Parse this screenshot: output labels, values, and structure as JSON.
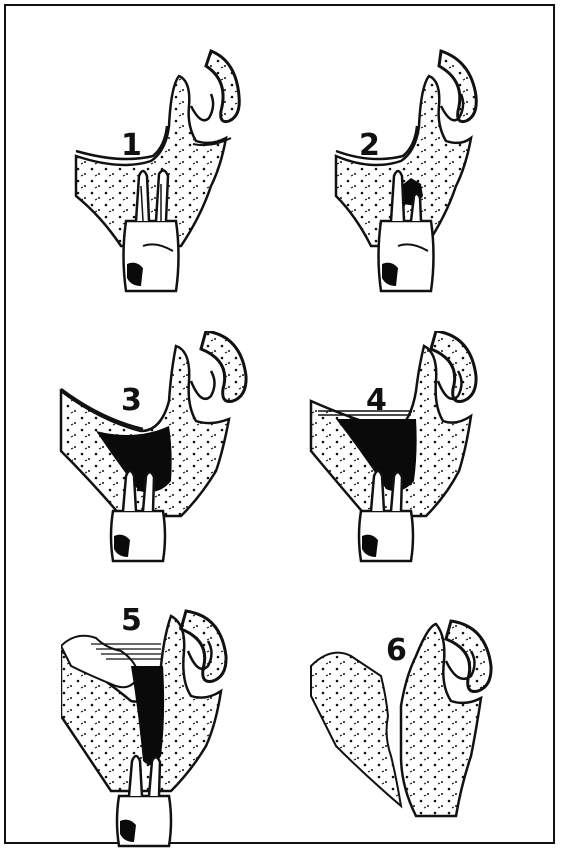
{
  "figure": {
    "panels": [
      {
        "label": "1",
        "stage": "tooth-with-caries"
      },
      {
        "label": "2",
        "stage": "periapical-lesion"
      },
      {
        "label": "3",
        "stage": "sinus-involvement"
      },
      {
        "label": "4",
        "stage": "sinus-fluid-level"
      },
      {
        "label": "5",
        "stage": "sinus-fluid-and-mucosal-thickening"
      },
      {
        "label": "6",
        "stage": "extraction-socket"
      }
    ],
    "colors": {
      "ink": "#111111",
      "bone": "#ffffff",
      "lesion": "#0a0a0a"
    }
  }
}
